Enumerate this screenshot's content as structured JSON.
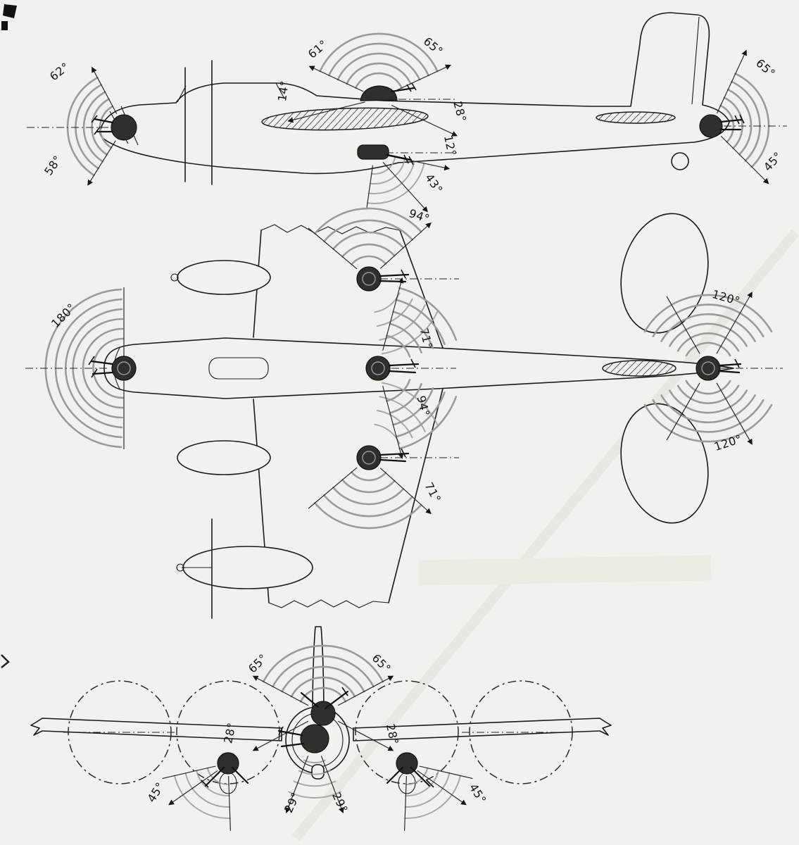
{
  "colors": {
    "paper": "#f3f1ed",
    "ink": "#1a1a1a",
    "arc": "#9b9b9b",
    "turret": "#2f2f2f"
  },
  "labels": {
    "side": [
      {
        "text": "62°"
      },
      {
        "text": "58°"
      },
      {
        "text": "61°"
      },
      {
        "text": "65°"
      },
      {
        "text": "14°"
      },
      {
        "text": "28°"
      },
      {
        "text": "12°"
      },
      {
        "text": "43°"
      },
      {
        "text": "65°"
      },
      {
        "text": "45°"
      }
    ],
    "plan": [
      {
        "text": "94°"
      },
      {
        "text": "180°"
      },
      {
        "text": "71°"
      },
      {
        "text": "94°"
      },
      {
        "text": "120°"
      },
      {
        "text": "120°"
      },
      {
        "text": "71°"
      }
    ],
    "front": [
      {
        "text": "65°"
      },
      {
        "text": "65°"
      },
      {
        "text": "28°"
      },
      {
        "text": "28°"
      },
      {
        "text": "45°"
      },
      {
        "text": "29°"
      },
      {
        "text": "29°"
      },
      {
        "text": "45°"
      }
    ]
  }
}
